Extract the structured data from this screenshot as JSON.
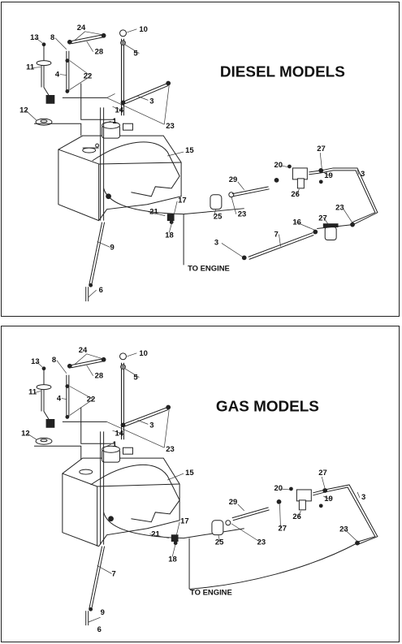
{
  "panels": [
    {
      "title": "DIESEL MODELS",
      "to_engine": "TO ENGINE",
      "callouts": [
        "24",
        "10",
        "13",
        "8",
        "28",
        "5",
        "11",
        "4",
        "22",
        "3",
        "14",
        "12",
        "23",
        "1",
        "15",
        "27",
        "20",
        "29",
        "19",
        "3",
        "26",
        "17",
        "25",
        "21",
        "23",
        "18",
        "23",
        "16",
        "27",
        "3",
        "7",
        "9",
        "6"
      ]
    },
    {
      "title": "GAS MODELS",
      "to_engine": "TO ENGINE",
      "callouts": [
        "24",
        "10",
        "13",
        "8",
        "28",
        "5",
        "11",
        "4",
        "22",
        "3",
        "14",
        "12",
        "23",
        "1",
        "15",
        "27",
        "20",
        "29",
        "19",
        "3",
        "26",
        "17",
        "27",
        "21",
        "25",
        "23",
        "23",
        "18",
        "7",
        "9",
        "6"
      ]
    }
  ]
}
